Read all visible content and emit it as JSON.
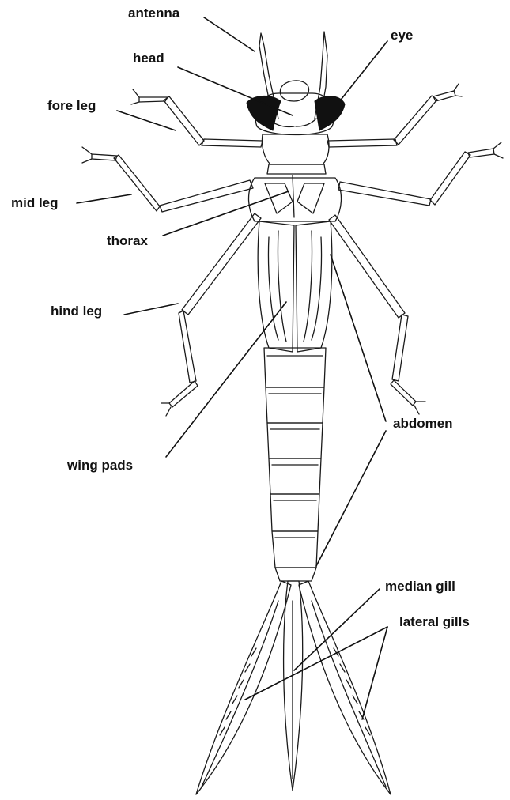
{
  "diagram": {
    "labels": {
      "antenna": "antenna",
      "head": "head",
      "eye": "eye",
      "fore_leg": "fore leg",
      "mid_leg": "mid leg",
      "thorax": "thorax",
      "hind_leg": "hind leg",
      "wing_pads": "wing pads",
      "abdomen": "abdomen",
      "median_gill": "median gill",
      "lateral_gills": "lateral gills"
    },
    "colors": {
      "ink": "#1a1a1a",
      "eye": "#111111",
      "background": "#ffffff"
    }
  }
}
